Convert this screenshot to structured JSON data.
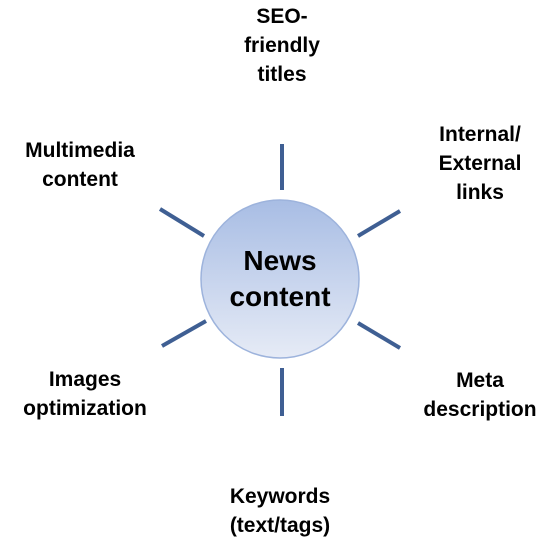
{
  "diagram": {
    "center": {
      "lines": [
        "News",
        "content"
      ]
    },
    "spokes": [
      {
        "id": "top",
        "lines": [
          "SEO-",
          "friendly",
          "titles"
        ]
      },
      {
        "id": "top-right",
        "lines": [
          "Internal/",
          "External",
          "links"
        ]
      },
      {
        "id": "bottom-right",
        "lines": [
          "Meta",
          "description"
        ]
      },
      {
        "id": "bottom",
        "lines": [
          "Keywords",
          "(text/tags)"
        ]
      },
      {
        "id": "bottom-left",
        "lines": [
          "Images",
          "optimization"
        ]
      },
      {
        "id": "top-left",
        "lines": [
          "Multimedia",
          "content"
        ]
      }
    ],
    "colors": {
      "circle_light": "#e6ebf6",
      "circle_dark": "#a8bde4",
      "circle_stroke": "#9db3dc",
      "spoke": "#3f5f93",
      "text": "#000000"
    }
  }
}
